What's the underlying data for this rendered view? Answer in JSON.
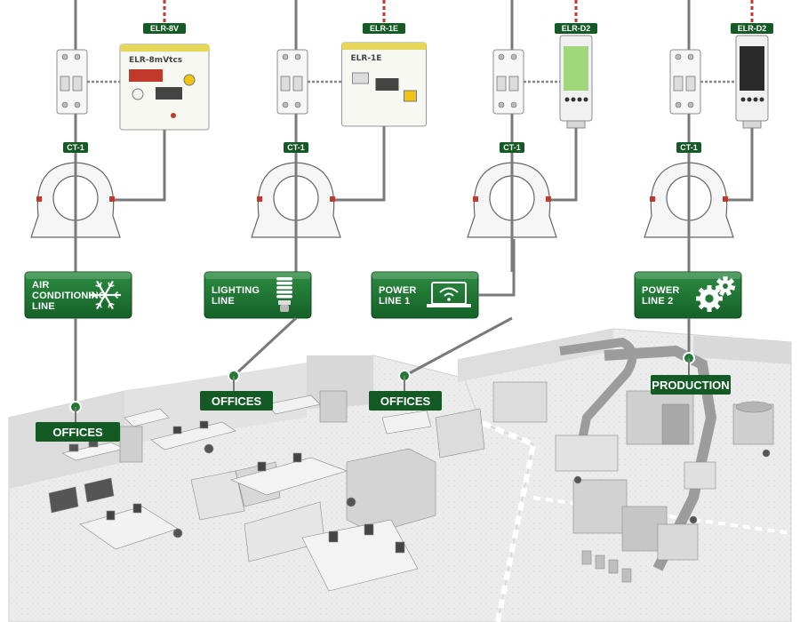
{
  "columns": [
    {
      "relay_label": "ELR-8V",
      "relay_title": "ELR-8mVtcs",
      "ct_label": "CT-1",
      "line_lines": [
        "AIR",
        "CONDITIONING",
        "LINE"
      ],
      "line_icon": "snowflake-icon",
      "area_label": "OFFICES"
    },
    {
      "relay_label": "ELR-1E",
      "relay_title": "ELR-1E",
      "ct_label": "CT-1",
      "line_lines": [
        "LIGHTING",
        "LINE"
      ],
      "line_icon": "lightbulb-icon",
      "area_label": "OFFICES"
    },
    {
      "relay_label": "ELR-D2",
      "relay_title": "",
      "ct_label": "CT-1",
      "line_lines": [
        "POWER",
        "LINE 1"
      ],
      "line_icon": "laptop-wifi-icon",
      "area_label": "OFFICES"
    },
    {
      "relay_label": "ELR-D2",
      "relay_title": "",
      "ct_label": "CT-1",
      "line_lines": [
        "POWER",
        "LINE 2"
      ],
      "line_icon": "gears-icon",
      "area_label": "PRODUCTION"
    }
  ],
  "colors": {
    "green": "#1f7a34",
    "green_dark": "#145a25",
    "wire": "#7a7a7a",
    "dashed": "#c0392b",
    "floor": "#e9e9e9"
  }
}
